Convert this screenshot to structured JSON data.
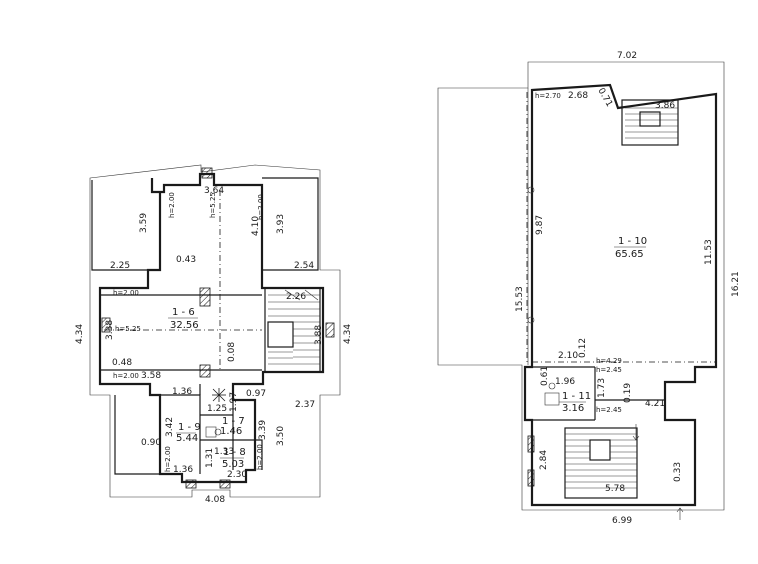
{
  "left_plan": {
    "dims": {
      "w_364": "3.64",
      "h_359": "3.59",
      "h_200_a": "h=2.00",
      "h_525": "h=5.25",
      "h_200_b": "h=2.00",
      "v_410": "4.10",
      "v_393": "3.93",
      "w_225": "2.25",
      "w_043": "0.43",
      "w_254": "2.54",
      "w_226": "2.26",
      "h_200_c": "h=2.00",
      "v_434_l": "4.34",
      "v_338": "3.38",
      "h_525_b": "h=5.25",
      "v_388": "3.88",
      "v_434_r": "4.34",
      "w_048": "0.48",
      "w_358": "3.58",
      "h_200_d": "h=2.00",
      "v_008": "0.08",
      "w_136": "1.36",
      "w_097": "0.97",
      "w_125": "1.25",
      "v_197": "1.97",
      "w_237": "2.37",
      "v_342": "3.42",
      "w_090": "0.90",
      "v_339": "3.39",
      "v_350": "3.50",
      "w_133": "1.33",
      "h_200_e": "h=2.00",
      "v_131": "1.31",
      "h_200_f": "h=2.00",
      "w_136_b": "1.36",
      "w_230": "2.30",
      "w_408": "4.08"
    },
    "rooms": [
      {
        "id": "1 - 6",
        "area": "32.56"
      },
      {
        "id": "1 - 7",
        "area": "1.46"
      },
      {
        "id": "1 - 8",
        "area": "5.03"
      },
      {
        "id": "1 - 9",
        "area": "5.44"
      }
    ]
  },
  "right_plan": {
    "dims": {
      "w_702": "7.02",
      "h_270": "h=2.70",
      "w_268": "2.68",
      "d_071": "0.71",
      "w_386": "3.86",
      "v_987": "9.87",
      "v_1553": "15.53",
      "v_1153": "11.53",
      "v_1621": "16.21",
      "w_210": "2.10",
      "v_012": "0.12",
      "h_429": "h=4.29",
      "h_245_a": "h=2.45",
      "w_196": "1.96",
      "v_061": "0.61",
      "v_173": "1.73",
      "v_019": "0.19",
      "w_421": "4.21",
      "h_245_b": "h=2.45",
      "v_284": "2.84",
      "w_578": "5.78",
      "v_033": "0.33",
      "w_699": "6.99"
    },
    "rooms": [
      {
        "id": "1 - 10",
        "area": "65.65"
      },
      {
        "id": "1 - 11",
        "area": "3.16"
      }
    ]
  }
}
